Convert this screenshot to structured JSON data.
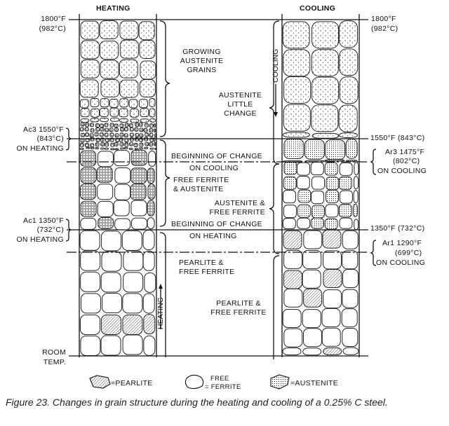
{
  "headers": {
    "heating": "HEATING",
    "cooling": "COOLING"
  },
  "left_labels": {
    "t1800": "1800°F",
    "t1800c": "(982°C)",
    "ac3": "Ac3 1550°F",
    "ac3c": "(843°C)",
    "ac3n": "ON HEATING",
    "ac1": "Ac1 1350°F",
    "ac1c": "(732°C)",
    "ac1n": "ON HEATING",
    "room1": "ROOM",
    "room2": "TEMP."
  },
  "middle_labels": {
    "growing": [
      "GROWING",
      "AUSTENITE",
      "GRAINS"
    ],
    "little": [
      "AUSTENITE",
      "LITTLE",
      "CHANGE"
    ],
    "boc_cool": [
      "BEGINNING OF CHANGE",
      "ON COOLING"
    ],
    "ff_aus": [
      "FREE FERRITE",
      "& AUSTENITE"
    ],
    "aus_ff": [
      "AUSTENITE &",
      "FREE FERRITE"
    ],
    "boc_heat": [
      "BEGINNING OF CHANGE",
      "ON HEATING"
    ],
    "pf1": [
      "PEARLITE &",
      "FREE FERRITE"
    ],
    "pf2": [
      "PEARLITE &",
      "FREE FERRITE"
    ],
    "heating_arrow": "HEATING",
    "cooling_arrow": "COOLING"
  },
  "right_labels": {
    "t1800": "1800°F",
    "t1800c": "(982°C)",
    "t1550": "1550°F (843°C)",
    "ar3": "Ar3 1475°F",
    "ar3c": "(802°C)",
    "ar3n": "ON COOLING",
    "t1350": "1350°F (732°C)",
    "ar1": "Ar1 1290°F",
    "ar1c": "(699°C)",
    "ar1n": "ON COOLING"
  },
  "legend": {
    "pearlite": "=PEARLITE",
    "ferrite1": "FREE",
    "ferrite2": "= FERRITE",
    "austenite": "=AUSTENITE"
  },
  "caption": "Figure 23. Changes in grain structure during the heating and cooling of a 0.25% C steel."
}
